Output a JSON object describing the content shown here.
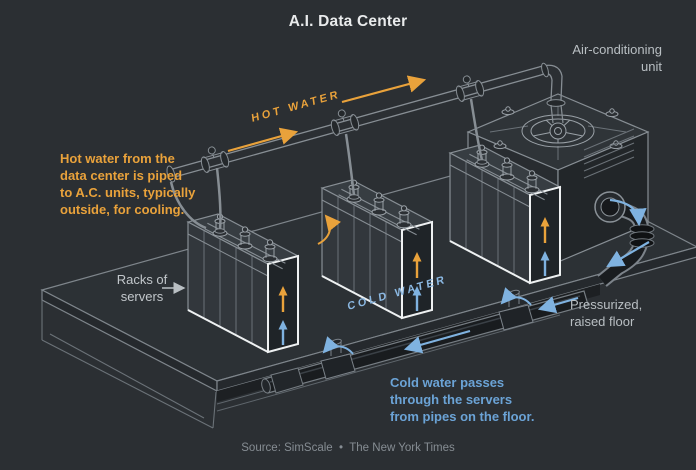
{
  "title": "A.I. Data Center",
  "labels": {
    "ac_unit": [
      "Air-conditioning",
      "unit"
    ],
    "racks": [
      "Racks of",
      "servers"
    ],
    "floor": [
      "Pressurized,",
      "raised floor"
    ]
  },
  "flow": {
    "hot": "HOT WATER",
    "cold": "COLD WATER"
  },
  "notes": {
    "hot": [
      "Hot water from the",
      "data center is piped",
      "to A.C. units, typically",
      "outside, for cooling."
    ],
    "cold": [
      "Cold water passes",
      "through the servers",
      "from pipes on the floor."
    ]
  },
  "source": "Source: SimScale  •  The New York Times",
  "colors": {
    "background": "#2b2f33",
    "hot_accent": "#e9a23b",
    "cold_accent": "#7fb2e0",
    "cold_text": "#6ba3d6",
    "line_gray": "#8b9298",
    "highlight_white": "#eef1f2",
    "label_gray": "#b9bfc3",
    "source_gray": "#868d93",
    "title_white": "#e9ebec"
  },
  "diagram": {
    "type": "isometric-cutaway",
    "rack_count": 3,
    "components": [
      "raised-floor",
      "server-racks",
      "hot-water-pipe",
      "cold-water-pipe",
      "air-conditioning-unit",
      "fan"
    ]
  }
}
